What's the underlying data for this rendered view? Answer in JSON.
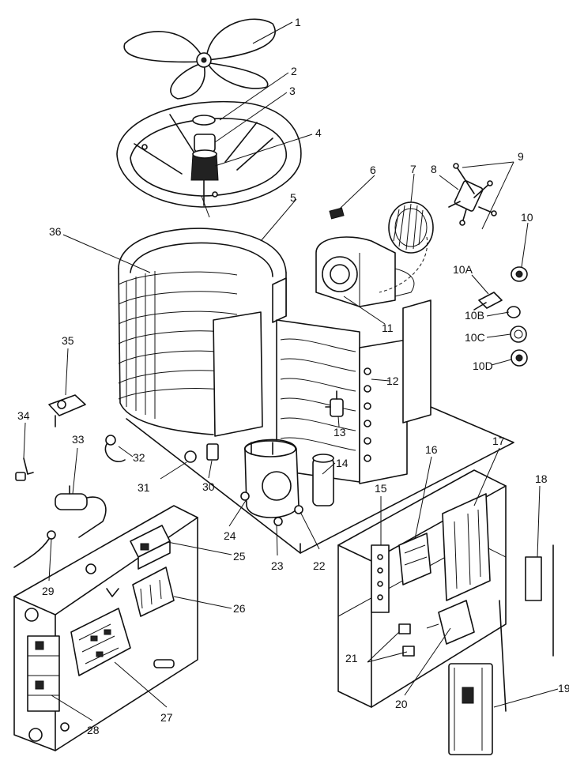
{
  "parts": [
    {
      "id": "1"
    },
    {
      "id": "2"
    },
    {
      "id": "3"
    },
    {
      "id": "4"
    },
    {
      "id": "5"
    },
    {
      "id": "6"
    },
    {
      "id": "7"
    },
    {
      "id": "8"
    },
    {
      "id": "9"
    },
    {
      "id": "10"
    },
    {
      "id": "10A"
    },
    {
      "id": "10B"
    },
    {
      "id": "10C"
    },
    {
      "id": "10D"
    },
    {
      "id": "11"
    },
    {
      "id": "12"
    },
    {
      "id": "13"
    },
    {
      "id": "14"
    },
    {
      "id": "15"
    },
    {
      "id": "16"
    },
    {
      "id": "17"
    },
    {
      "id": "18"
    },
    {
      "id": "19"
    },
    {
      "id": "20"
    },
    {
      "id": "21"
    },
    {
      "id": "22"
    },
    {
      "id": "23"
    },
    {
      "id": "24"
    },
    {
      "id": "25"
    },
    {
      "id": "26"
    },
    {
      "id": "27"
    },
    {
      "id": "28"
    },
    {
      "id": "29"
    },
    {
      "id": "30"
    },
    {
      "id": "31"
    },
    {
      "id": "32"
    },
    {
      "id": "33"
    },
    {
      "id": "34"
    },
    {
      "id": "35"
    },
    {
      "id": "36"
    }
  ]
}
